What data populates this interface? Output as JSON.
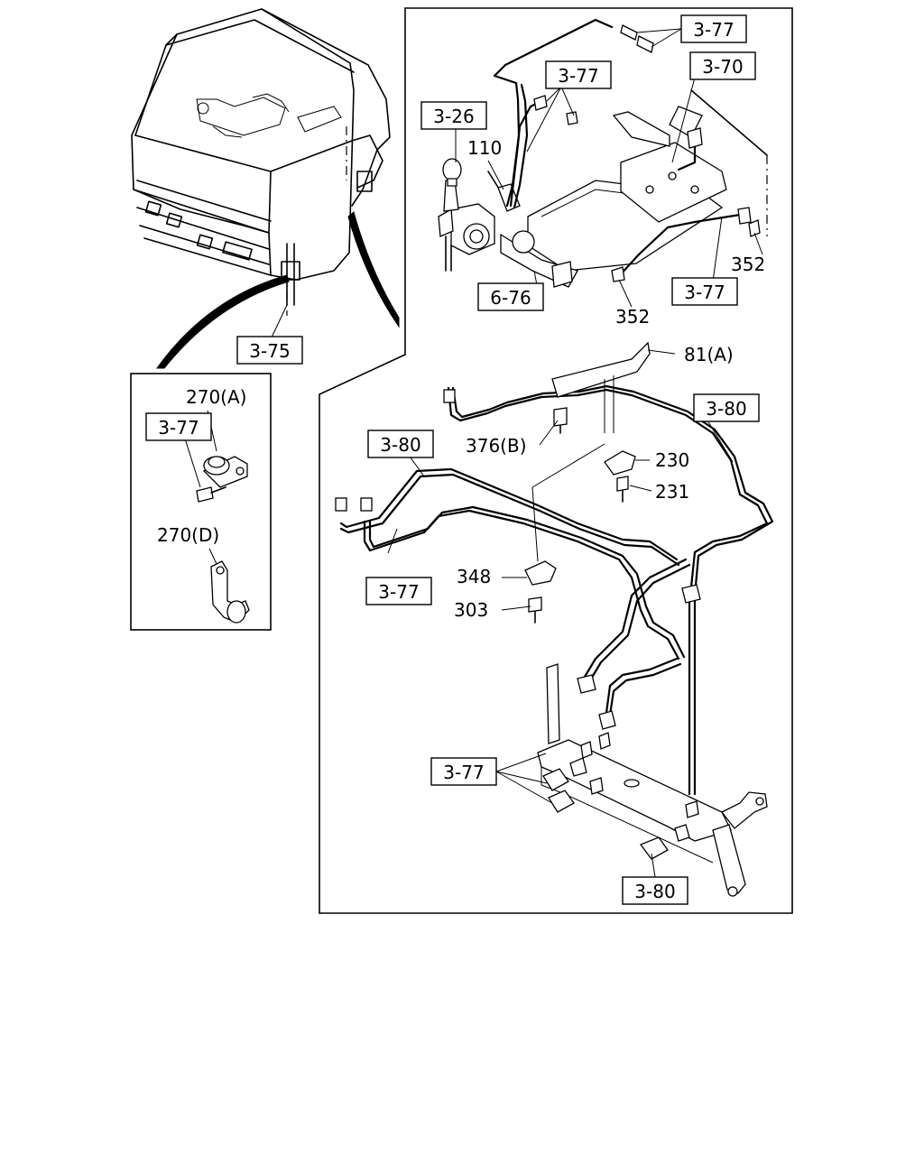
{
  "labels": {
    "ref_3_77_top": "3-77",
    "ref_3_70": "3-70",
    "ref_3_77_upper": "3-77",
    "ref_3_26": "3-26",
    "num_110": "110",
    "num_352_right": "352",
    "ref_3_77_mid": "3-77",
    "ref_6_76": "6-76",
    "num_352_center": "352",
    "ref_3_75": "3-75",
    "num_81a": "81(A)",
    "num_270a": "270(A)",
    "ref_3_77_inset": "3-77",
    "num_270d": "270(D)",
    "ref_3_80_right": "3-80",
    "num_376b": "376(B)",
    "ref_3_80_left": "3-80",
    "num_230": "230",
    "num_231": "231",
    "num_348": "348",
    "ref_3_77_left": "3-77",
    "num_303": "303",
    "ref_3_77_bottom": "3-77",
    "ref_3_80_bottom": "3-80"
  }
}
